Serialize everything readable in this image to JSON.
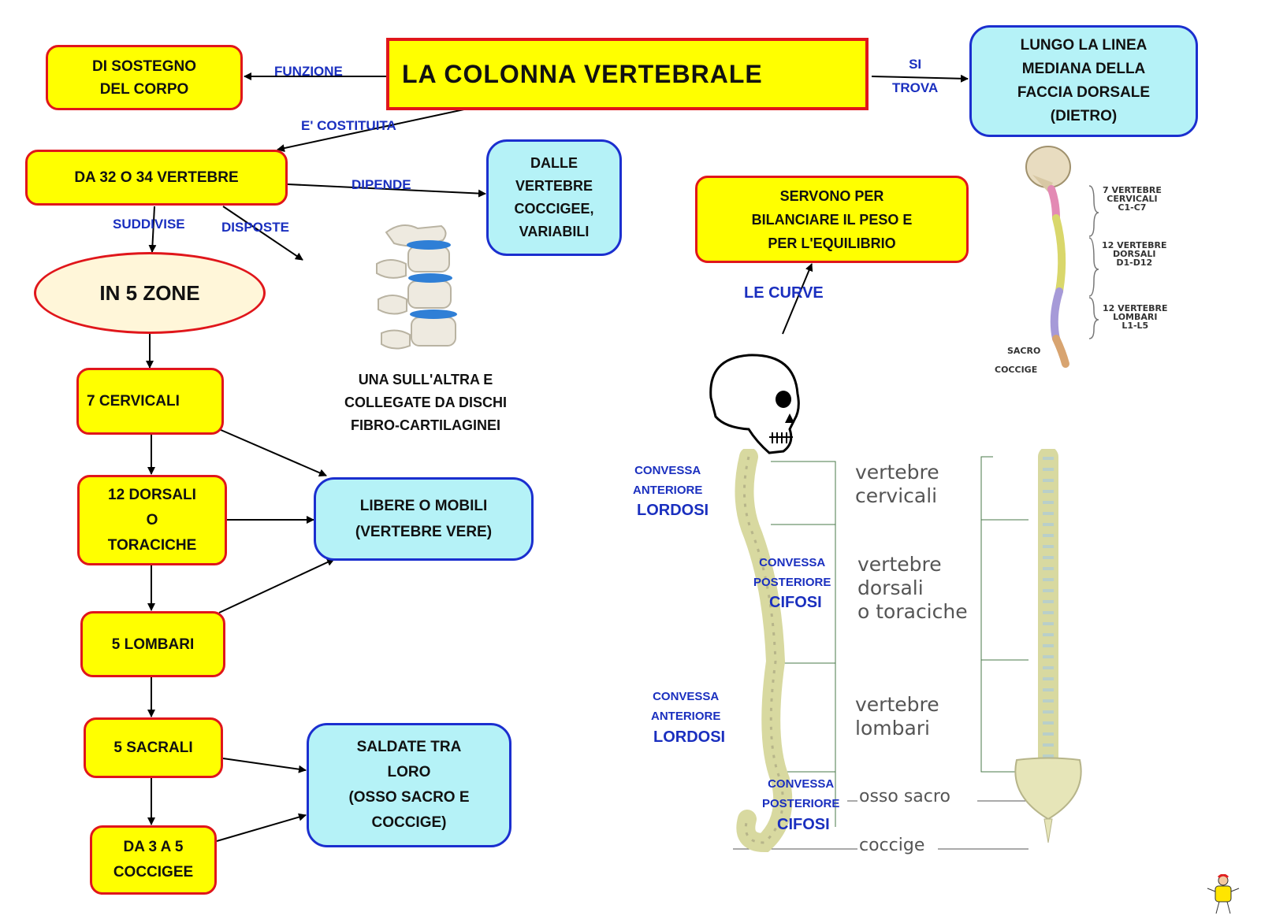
{
  "title": "LA     COLONNA       VERTEBRALE",
  "nodes": {
    "funzione": "DI     SOSTEGNO\nDEL    CORPO",
    "trova": "LUNGO    LA    LINEA\nMEDIANA       DELLA\nFACCIA       DORSALE\n(DIETRO)",
    "vertebre": "DA   32  O  34     VERTEBRE",
    "coccigee": "DALLE\nVERTEBRE\nCOCCIGEE,\nVARIABILI",
    "zone": "IN  5   ZONE",
    "cervicali": "7     CERVICALI",
    "dorsali": "12     DORSALI\nO\nTORACICHE",
    "lombari": "5     LOMBARI",
    "sacrali": "5     SACRALI",
    "coccige_z": "DA   3   A   5\nCOCCIGEE",
    "libere": "LIBERE     O    MOBILI\n(VERTEBRE       VERE)",
    "saldate": "SALDATE      TRA\nLORO\n(OSSO     SACRO     E\nCOCCIGE)",
    "curve": "SERVONO        PER\nBILANCIARE      IL     PESO     E\nPER        L'EQUILIBRIO"
  },
  "edge_labels": {
    "funzione": "FUNZIONE",
    "trova": "SI\nTROVA",
    "costituita": "E'     COSTITUITA",
    "dipende": "DIPENDE",
    "suddivise": "SUDDIVISE",
    "disposte": "DISPOSTE",
    "le_curve": "LE     CURVE"
  },
  "disposte_text": "UNA        SULL'ALTRA        E\nCOLLEGATE        DA      DISCHI\nFIBRO-CARTILAGINEI",
  "spine_small_labels": {
    "cervical": "7 VERTEBRE\nCERVICALI\nC1-C7",
    "dorsal": "12 VERTEBRE\nDORSALI\nD1-D12",
    "lumbar": "12 VERTEBRE\nLOMBARI\nL1-L5",
    "sacro": "SACRO",
    "coccige": "COCCIGE"
  },
  "curvature_labels": {
    "c1_kind": "CONVESSA\nANTERIORE",
    "c1_name": "LORDOSI",
    "c2_kind": "CONVESSA\nPOSTERIORE",
    "c2_name": "CIFOSI",
    "c3_kind": "CONVESSA\nANTERIORE",
    "c3_name": "LORDOSI",
    "c4_kind": "CONVESSA\nPOSTERIORE",
    "c4_name": "CIFOSI"
  },
  "region_labels": {
    "cervicali": "vertebre\ncervicali",
    "dorsali": "vertebre\ndorsali\no toraciche",
    "lombari": "vertebre\nlombari",
    "sacro": "osso sacro",
    "coccige": "coccige"
  },
  "colors": {
    "yellow_fill": "#ffff00",
    "red_border": "#e0161b",
    "cyan_fill": "#b5f2f7",
    "blue_border": "#1b2fcf",
    "label_blue": "#1a2fbf"
  }
}
